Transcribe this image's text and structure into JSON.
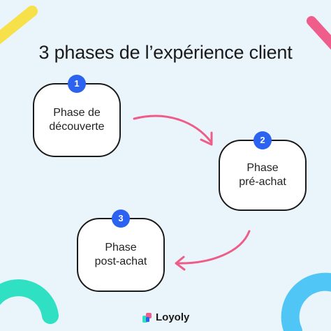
{
  "title": "3 phases de l’expérience client",
  "phases": [
    {
      "number": "1",
      "line1": "Phase de",
      "line2": "découverte"
    },
    {
      "number": "2",
      "line1": "Phase",
      "line2": "pré-achat"
    },
    {
      "number": "3",
      "line1": "Phase",
      "line2": "post-achat"
    }
  ],
  "brand": {
    "name": "Loyoly"
  },
  "colors": {
    "background": "#e9f4fb",
    "badge": "#2b62f0",
    "arrow": "#ee5c88",
    "yellow": "#f6e14a",
    "pink": "#ef5e8b",
    "teal": "#2fe0c2",
    "sky": "#4fc6f5"
  }
}
